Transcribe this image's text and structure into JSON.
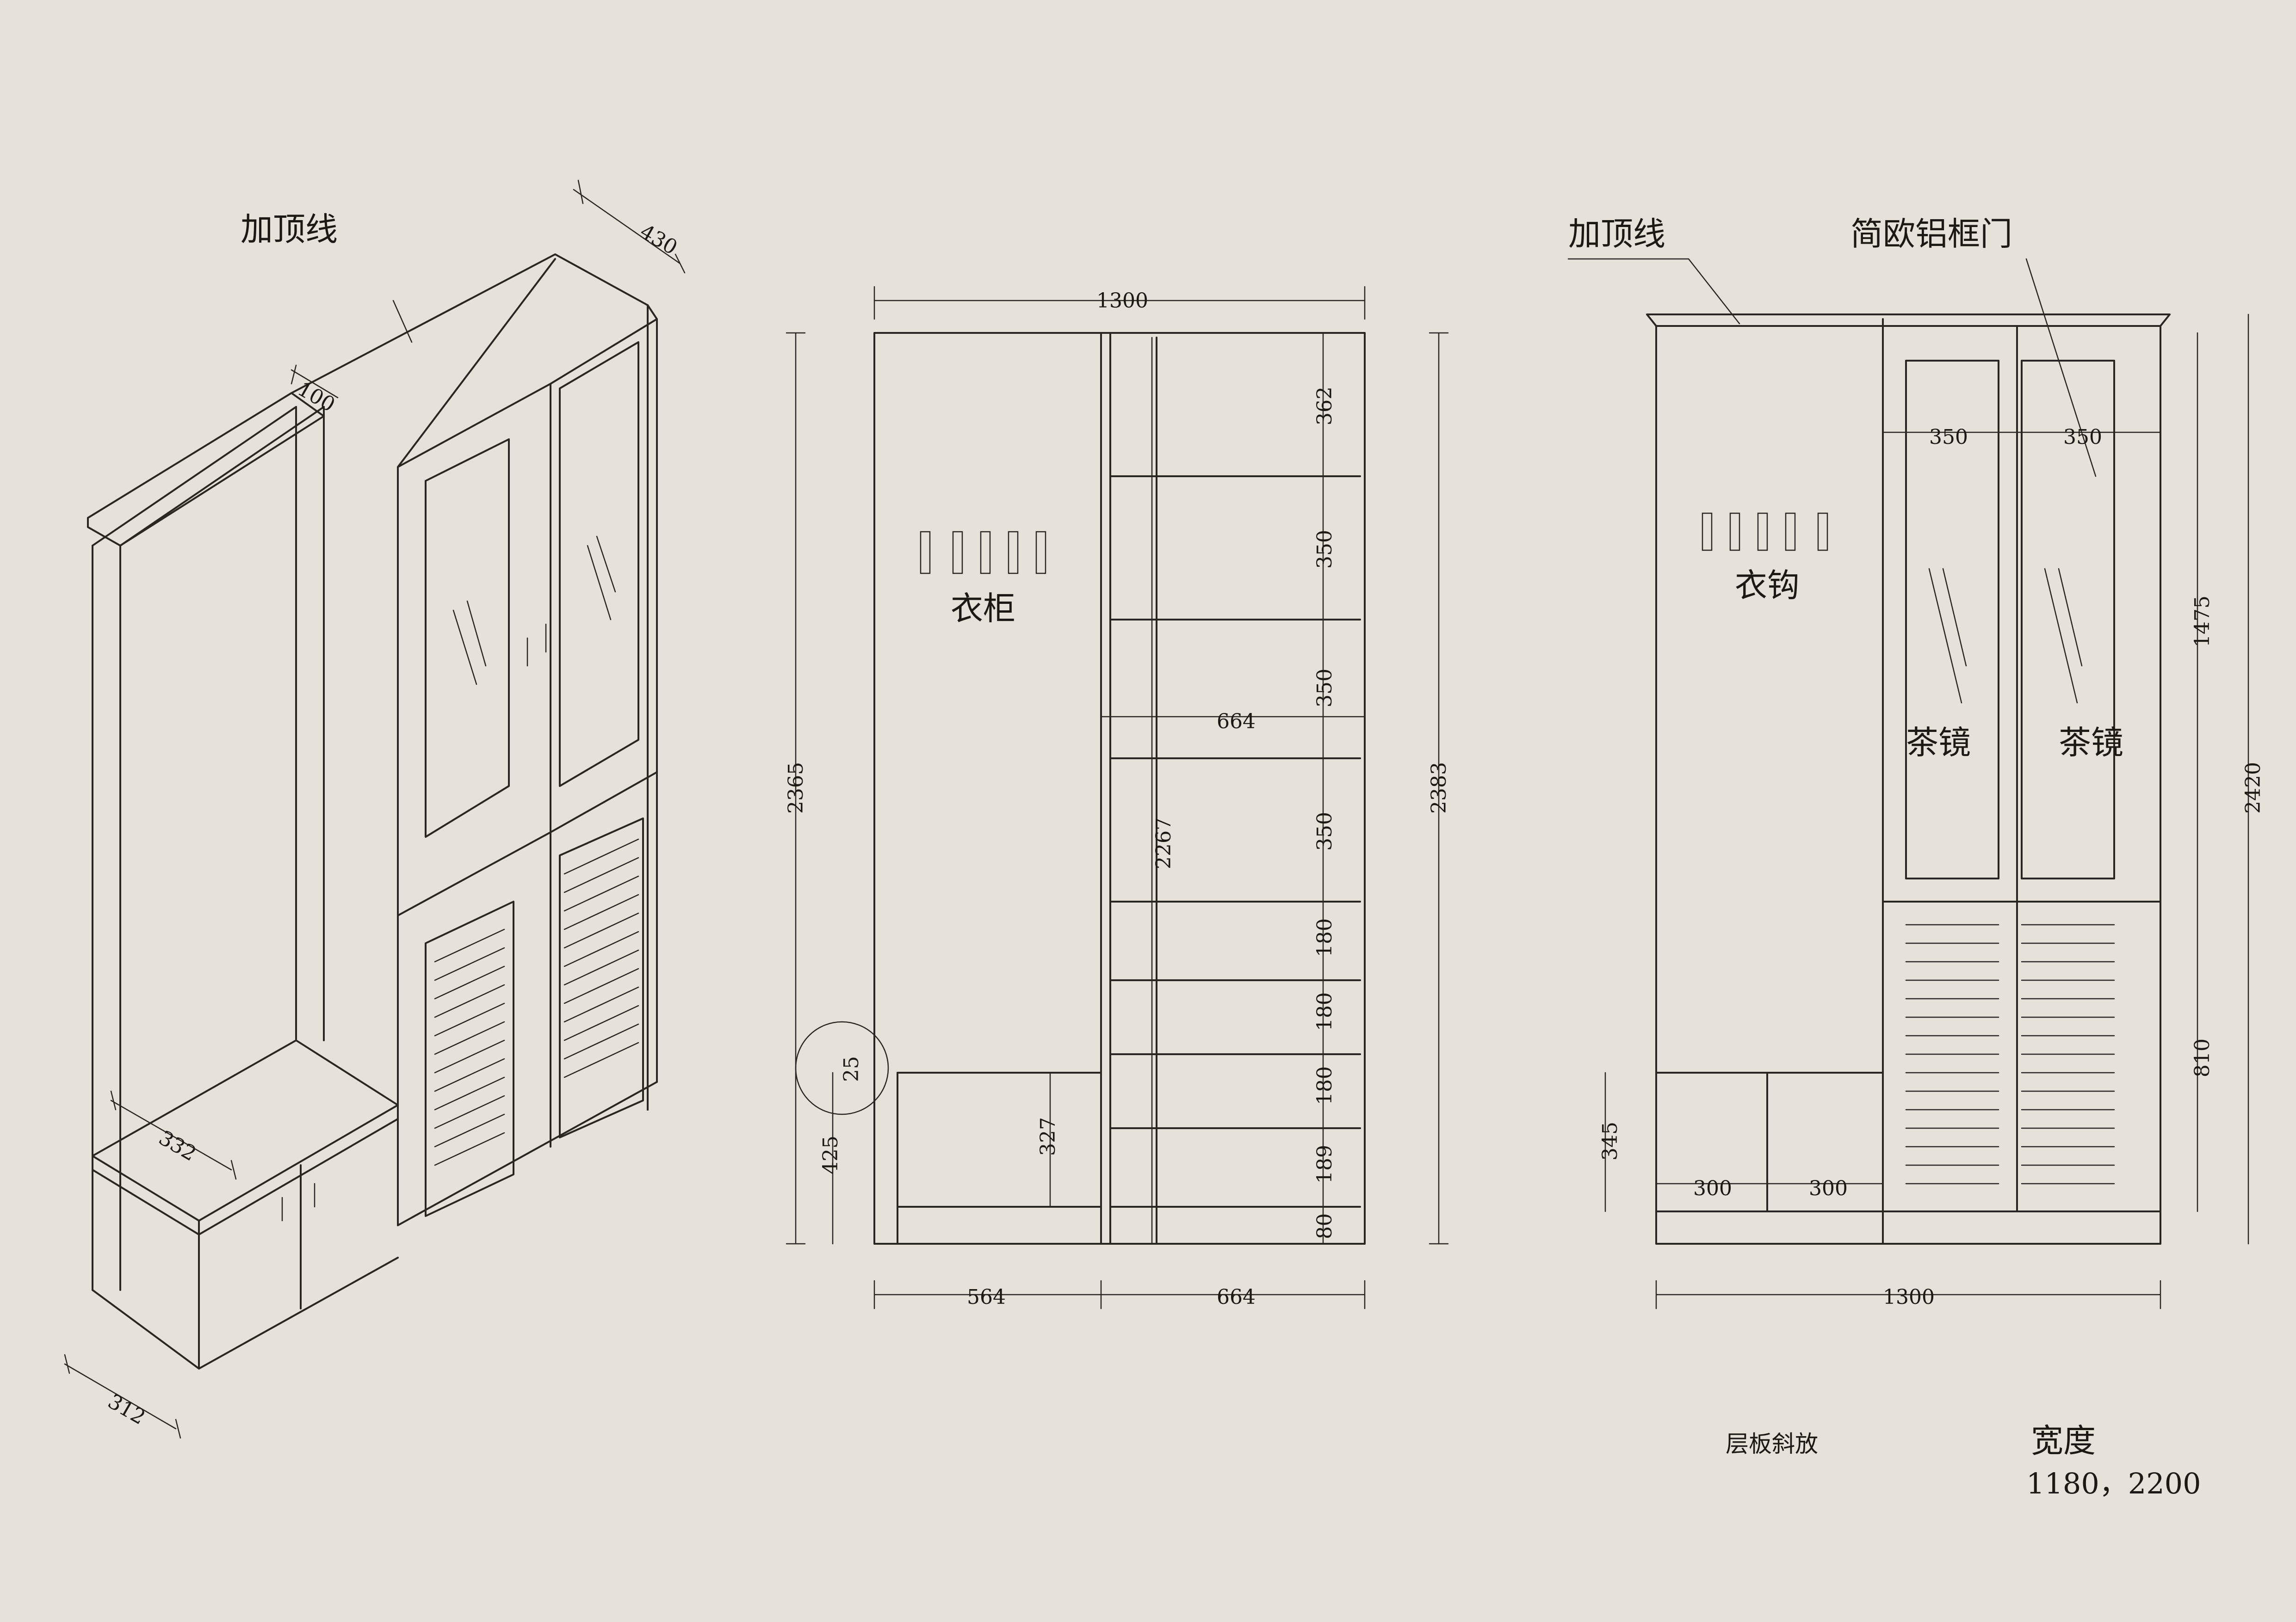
{
  "colors": {
    "paper": "#e6e1d9",
    "ink": "#2a2622"
  },
  "iso": {
    "top_molding_label": "加顶线",
    "dims": {
      "depth_total": "430",
      "molding": "100",
      "bench_depth": "332",
      "base_depth": "312"
    }
  },
  "front": {
    "dims": {
      "width_top": "1300",
      "height_left": "2365",
      "height_right": "2383",
      "left_bottom": "564",
      "right_bottom": "664",
      "right_inner": "664",
      "inner_height": "2267",
      "bench_height": "425",
      "bench_top": "25",
      "bench_inner": "327",
      "shelf_1": "362",
      "shelf_2": "350",
      "shelf_3": "350",
      "shelf_4": "350",
      "shelf_5": "180",
      "shelf_6": "180",
      "shelf_7": "180",
      "shelf_8": "189",
      "shelf_9": "80"
    },
    "wardrobe_label": "衣柜"
  },
  "elev": {
    "top_molding_label": "加顶线",
    "door_label": "简欧铝框门",
    "hook_label": "衣钩",
    "mirror_left_label": "茶镜",
    "mirror_right_label": "茶镜",
    "dims": {
      "door_left": "350",
      "door_right": "350",
      "upper": "1475",
      "total": "2420",
      "lower": "810",
      "bench": "345",
      "drawer_left": "300",
      "drawer_right": "300",
      "width_bottom": "1300"
    }
  },
  "notes": {
    "shelf_note": "层板斜放",
    "width_label": "宽度",
    "width_value": "1180，2200"
  }
}
